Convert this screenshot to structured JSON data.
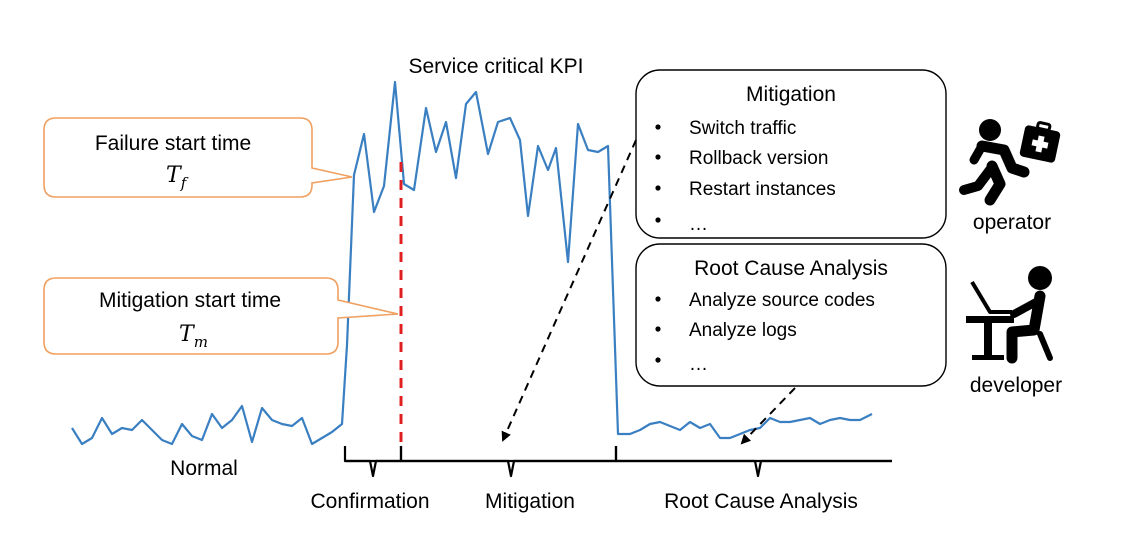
{
  "title": "Service critical KPI",
  "failure_callout": {
    "label": "Failure start time",
    "symbol": "T",
    "subscript": "f"
  },
  "mitigation_callout": {
    "label": "Mitigation start time",
    "symbol": "T",
    "subscript": "m"
  },
  "mitigation_box": {
    "title": "Mitigation",
    "items": [
      "Switch traffic",
      "Rollback version",
      "Restart instances",
      "…"
    ]
  },
  "rca_box": {
    "title": "Root Cause Analysis",
    "items": [
      "Analyze source codes",
      "Analyze logs",
      "…"
    ]
  },
  "roles": {
    "operator": "operator",
    "developer": "developer"
  },
  "phases": {
    "normal": "Normal",
    "confirmation": "Confirmation",
    "mitigation": "Mitigation",
    "rca": "Root Cause Analysis"
  },
  "colors": {
    "kpi_line": "#3a7fc1",
    "callout_border": "#f0a060",
    "marker": "#e02020",
    "text": "#000000"
  },
  "icons": {
    "operator": "running-person-with-medkit-icon",
    "developer": "person-at-laptop-icon"
  }
}
